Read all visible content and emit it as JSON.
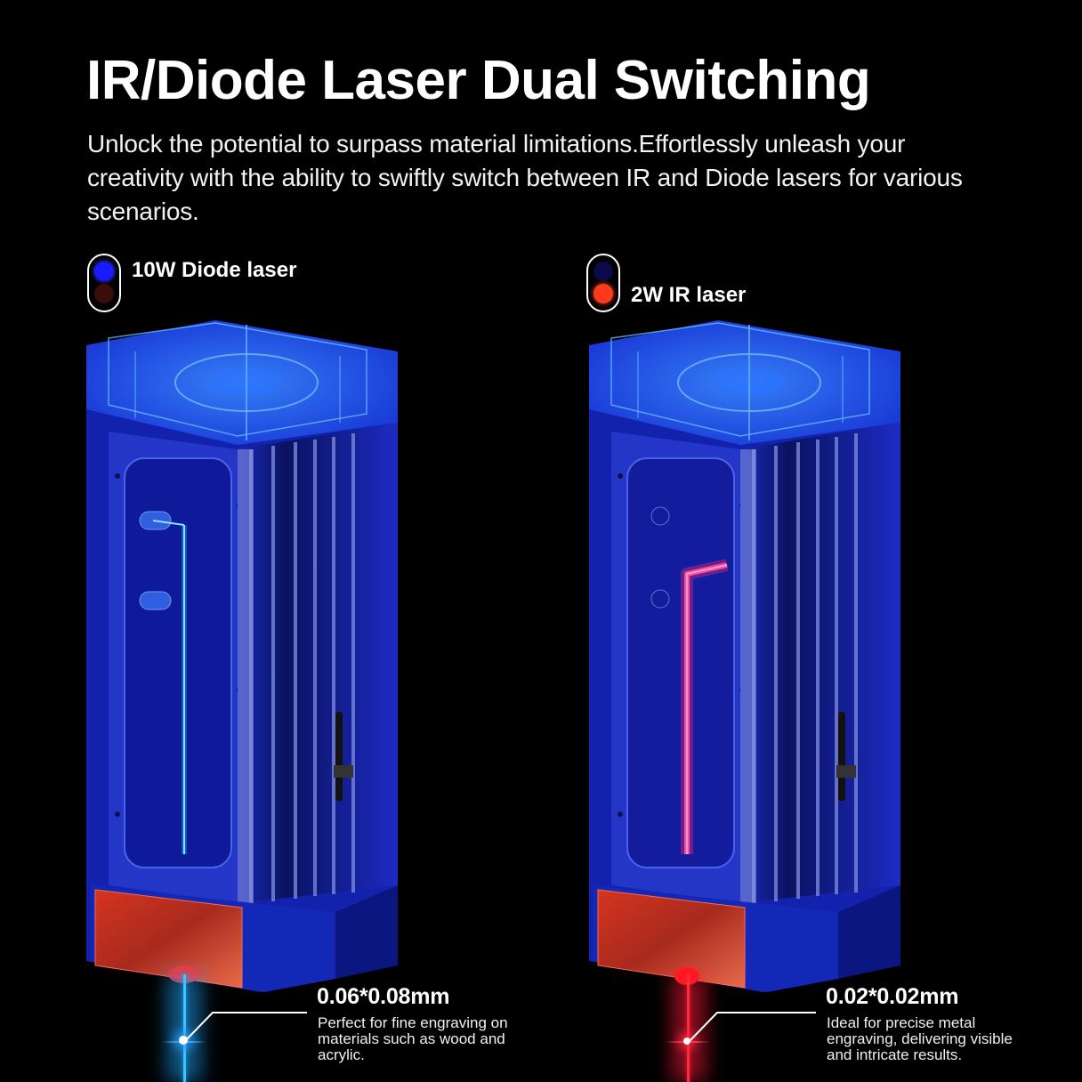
{
  "header": {
    "title": "IR/Diode Laser Dual Switching",
    "subtitle": "Unlock the potential to surpass material limitations.Effortlessly unleash your creativity with the ability to swiftly switch between IR and Diode lasers for various scenarios."
  },
  "lasers": [
    {
      "label": "10W Diode laser",
      "active_indicator": "top",
      "indicator_colors": {
        "top": "#1a1aff",
        "bottom": "#3a0d08"
      },
      "beam_color": "#1fa8ff",
      "spec_value": "0.06*0.08mm",
      "spec_description": "Perfect for fine engraving on materials such as wood and acrylic."
    },
    {
      "label": "2W IR laser",
      "active_indicator": "bottom",
      "indicator_colors": {
        "top": "#0a0a4a",
        "bottom": "#ff3a1a"
      },
      "beam_color": "#ff1a3a",
      "spec_value": "0.02*0.02mm",
      "spec_description": "Ideal for precise metal engraving, delivering visible and intricate results."
    }
  ],
  "colors": {
    "background": "#000000",
    "device_blue": "#1c2fd8",
    "device_glow": "#2a6bff",
    "window_red": "#e0412a"
  }
}
